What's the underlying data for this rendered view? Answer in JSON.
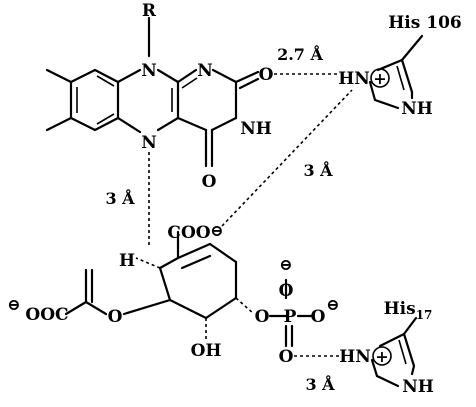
{
  "atoms": {
    "R": "R",
    "N10": "N",
    "N1": "N",
    "O2": "O",
    "N3H": "NH",
    "O4": "O",
    "N5": "N",
    "his106_label": "His 106",
    "his106_hn": "HN",
    "his106_nh": "NH",
    "his17_label_main": "His",
    "his17_label_sub": "17",
    "his17_hn": "HN",
    "his17_nh": "NH",
    "plus": "+",
    "minus": "⊖",
    "coo": "COO",
    "h": "H",
    "ooc": "OOC",
    "o_ether": "O",
    "oh": "OH",
    "o_phos_link": "O",
    "p": "P",
    "o_phos": "O"
  },
  "distances": {
    "his106_o2": "2.7 Å",
    "n5_c4": "3 Å",
    "coo_his106": "3 Å",
    "phos_his17": "3 Å"
  }
}
